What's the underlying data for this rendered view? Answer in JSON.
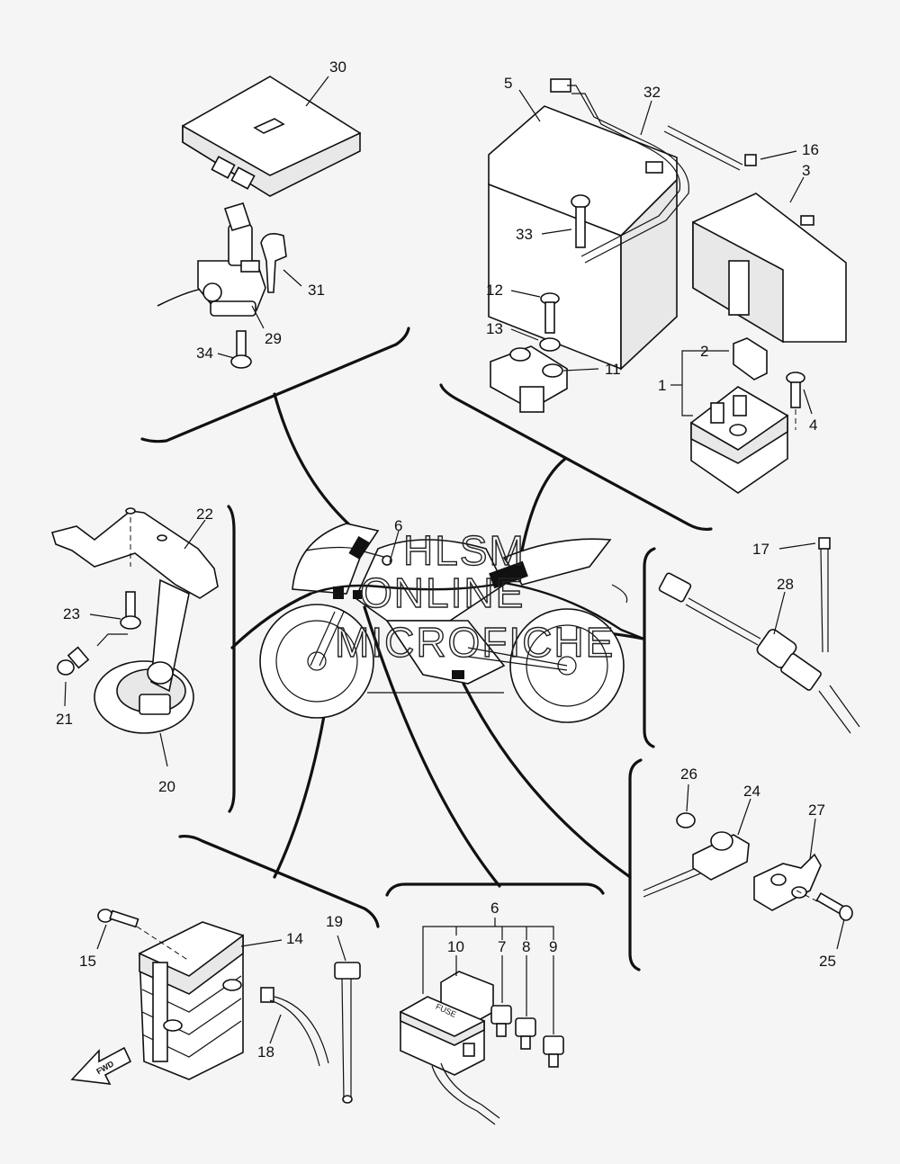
{
  "callouts": {
    "p1": "1",
    "p2": "2",
    "p3": "3",
    "p4": "4",
    "p5": "5",
    "p6": "6",
    "p6b": "6",
    "p7": "7",
    "p8": "8",
    "p9": "9",
    "p10": "10",
    "p11": "11",
    "p12": "12",
    "p13": "13",
    "p14": "14",
    "p15": "15",
    "p16": "16",
    "p17": "17",
    "p18": "18",
    "p19": "19",
    "p20": "20",
    "p21": "21",
    "p22": "22",
    "p23": "23",
    "p24": "24",
    "p25": "25",
    "p26": "26",
    "p27": "27",
    "p28": "28",
    "p29": "29",
    "p30": "30",
    "p31": "31",
    "p32": "32",
    "p33": "33",
    "p34": "34"
  },
  "labels": {
    "fwd": "FWD",
    "fuse": "FUSE"
  },
  "watermark": {
    "line1": "HLSM",
    "line2": "ONLINE",
    "line3": "MICROFICHE"
  }
}
